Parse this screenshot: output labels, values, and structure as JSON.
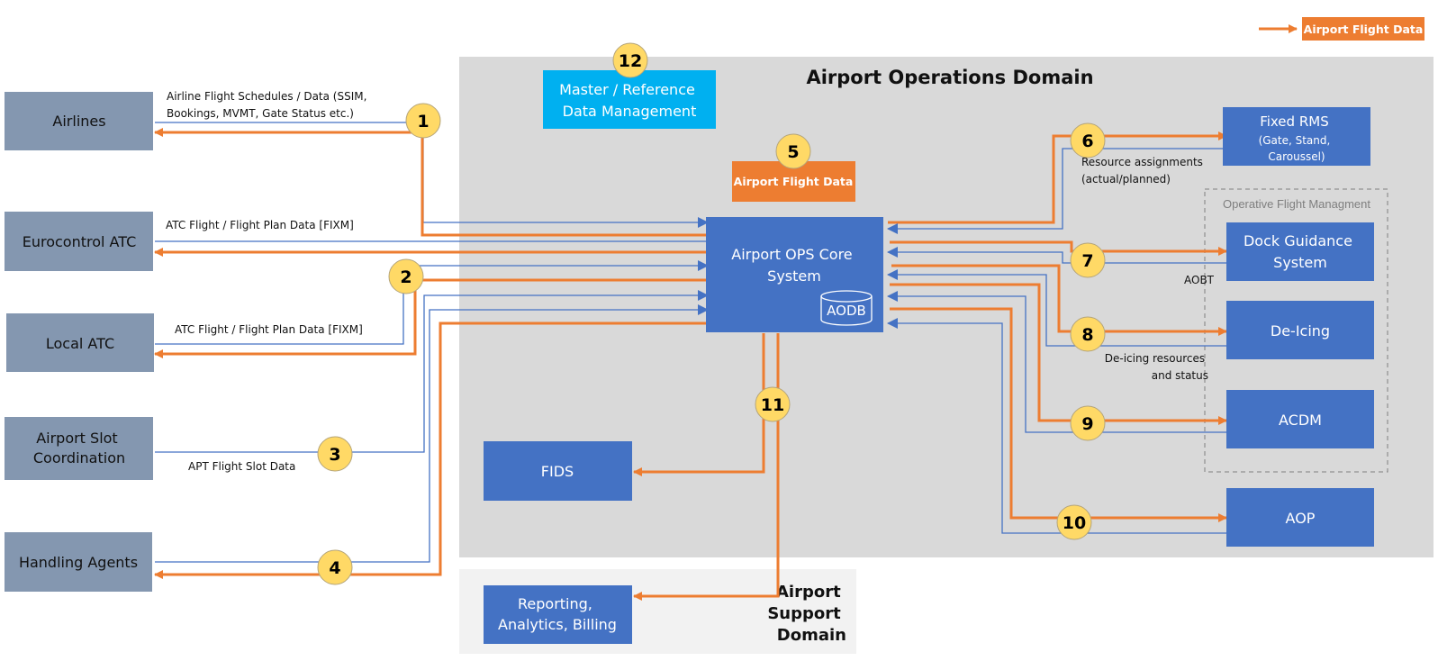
{
  "legend": {
    "label": "Airport Flight Data"
  },
  "domains": {
    "operations": {
      "title": "Airport Operations Domain"
    },
    "support": {
      "title_lines": [
        "Airport",
        "Support",
        "Domain"
      ]
    },
    "operative_flight": {
      "title": "Operative Flight Managment"
    }
  },
  "external_systems": [
    {
      "id": "airlines",
      "lines": [
        "Airlines"
      ]
    },
    {
      "id": "eurocontrol",
      "lines": [
        "Eurocontrol ATC"
      ]
    },
    {
      "id": "local-atc",
      "lines": [
        "Local ATC"
      ]
    },
    {
      "id": "slot-coordination",
      "lines": [
        "Airport Slot",
        "Coordination"
      ]
    },
    {
      "id": "handling-agents",
      "lines": [
        "Handling Agents"
      ]
    }
  ],
  "internal_systems": {
    "master_data": {
      "lines": [
        "Master / Reference",
        "Data Management"
      ]
    },
    "flight_data": {
      "label": "Airport Flight Data"
    },
    "core": {
      "lines": [
        "Airport OPS Core",
        "System"
      ],
      "db": "AODB"
    },
    "fixed_rms": {
      "lines": [
        "Fixed RMS",
        "(Gate, Stand,",
        "Caroussel)"
      ]
    },
    "dock_guidance": {
      "lines": [
        "Dock Guidance",
        "System"
      ]
    },
    "de_icing": {
      "lines": [
        "De-Icing"
      ]
    },
    "acdm": {
      "lines": [
        "ACDM"
      ]
    },
    "aop": {
      "lines": [
        "AOP"
      ]
    },
    "fids": {
      "lines": [
        "FIDS"
      ]
    },
    "reporting": {
      "lines": [
        "Reporting,",
        "Analytics, Billing"
      ]
    }
  },
  "flow_labels": {
    "airlines": [
      "Airline Flight Schedules / Data (SSIM,",
      "Bookings, MVMT, Gate Status etc.)"
    ],
    "eurocontrol": "ATC Flight / Flight Plan Data [FIXM]",
    "local_atc": "ATC Flight / Flight Plan Data [FIXM]",
    "slot": "APT Flight Slot Data",
    "rms": [
      "Resource assignments",
      "(actual/planned)"
    ],
    "dock": "AOBT",
    "deicing": [
      "De-icing resources",
      "and status"
    ]
  },
  "badges": [
    "1",
    "2",
    "3",
    "4",
    "5",
    "6",
    "7",
    "8",
    "9",
    "10",
    "11",
    "12"
  ],
  "colors": {
    "external_box": "#8497b0",
    "internal_box": "#4472c4",
    "master_box": "#00b0f0",
    "flight_data": "#ed7d31",
    "data_line": "#4472c4",
    "badge_fill": "#ffd966",
    "ops_domain_bg": "#d9d9d9",
    "support_domain_bg": "#f2f2f2"
  }
}
